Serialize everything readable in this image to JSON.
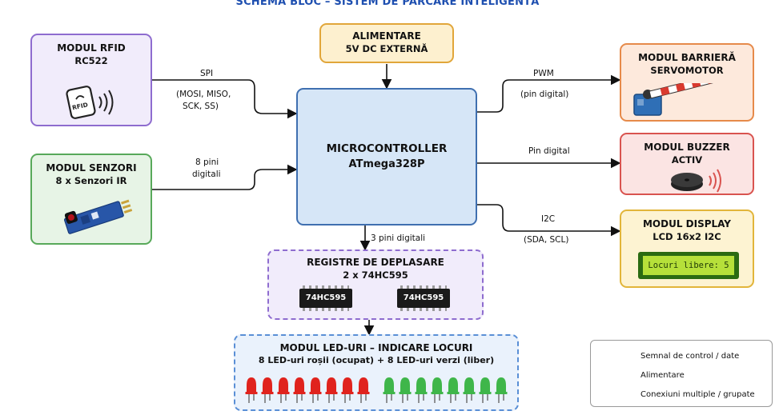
{
  "title": "SCHEMA BLOC – SISTEM DE PARCARE INTELIGENTĂ",
  "blocks": {
    "rfid": {
      "l1": "MODUL RFID",
      "l2": "RC522",
      "icon_text": "RFID"
    },
    "alim": {
      "l1": "ALIMENTARE",
      "l2": "5V DC EXTERNĂ"
    },
    "barrier": {
      "l1": "MODUL BARRIERĂ",
      "l2": "SERVOMOTOR"
    },
    "senzori": {
      "l1": "MODUL SENZORI",
      "l2": "8 x Senzori IR"
    },
    "mcu": {
      "l1": "MICROCONTROLLER",
      "l2": "ATmega328P"
    },
    "buzzer": {
      "l1": "MODUL BUZZER",
      "l2": "ACTIV"
    },
    "display": {
      "l1": "MODUL DISPLAY",
      "l2": "LCD 16x2 I2C",
      "lcd_text": "Locuri libere: 5"
    },
    "registers": {
      "l1": "REGISTRE DE DEPLASARE",
      "l2": "2 x 74HC595",
      "chip1": "74HC595",
      "chip2": "74HC595"
    },
    "leds": {
      "l1": "MODUL LED-URI – INDICARE LOCURI",
      "l2": "8 LED-uri roșii (ocupat) + 8 LED-uri verzi (liber)",
      "red_count": 8,
      "green_count": 8
    }
  },
  "connections": {
    "spi": "SPI",
    "spi_pins": "(MOSI, MISO,",
    "spi_pins2": "SCK, SS)",
    "sensor_a": "8 pini",
    "sensor_b": "digitali",
    "pwm": "PWM",
    "pwm_pin": "(pin digital)",
    "buzzer_pin": "Pin digital",
    "i2c": "I2C",
    "i2c_pins": "(SDA, SCL)",
    "reg_pins": "3 pini digitali"
  },
  "legend": {
    "control": "Semnal de control / date",
    "power": "Alimentare",
    "multi": "Conexiuni multiple / grupate"
  },
  "colors": {
    "title": "#1e4fb0",
    "rfid": "#8e6ccf",
    "rfid_bg": "#f1ecfb",
    "alim": "#e1a63a",
    "alim_bg": "#fdf0cf",
    "barrier": "#e68a4a",
    "barrier_bg": "#fde9dc",
    "senzori": "#58a95a",
    "senzori_bg": "#e7f4e6",
    "mcu": "#3f6fb0",
    "mcu_bg": "#d6e6f7",
    "buzzer": "#d9534f",
    "buzzer_bg": "#fbe4e3",
    "display": "#e2b53a",
    "display_bg": "#fdf3d2",
    "registers": "#8e6ccf",
    "registers_bg": "#f1ecfb",
    "leds": "#5a8fd6",
    "leds_bg": "#eaf2fc",
    "led_red": "#e0231d",
    "led_green": "#3fb64a"
  }
}
